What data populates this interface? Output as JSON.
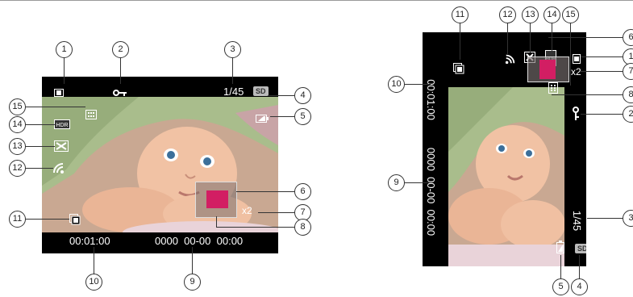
{
  "left_screen": {
    "elapsed_time": "00:01:00",
    "date_time": "0000  00-00  00:00",
    "frame_count": "1/45",
    "storage": "SD",
    "zoom": "x2"
  },
  "right_screen": {
    "elapsed_time": "00:01:00",
    "date_time": "0000  00-00  00:00",
    "frame_count": "1/45",
    "storage": "SD",
    "zoom": "x2"
  },
  "callouts": [
    "1",
    "2",
    "3",
    "4",
    "5",
    "6",
    "7",
    "8",
    "9",
    "10",
    "11",
    "12",
    "13",
    "14",
    "15"
  ],
  "icons": {
    "1": "movie-mode-icon",
    "2": "protect-key-icon",
    "11": "continuous-shot-icon",
    "12": "wifi-signal-icon",
    "13": "stabilizer-icon",
    "14": "hdr-icon",
    "15": "face-detect-icon",
    "5": "battery-icon"
  },
  "colors": {
    "zoom_fill": "#d21e63",
    "screen_bg": "#000000"
  }
}
